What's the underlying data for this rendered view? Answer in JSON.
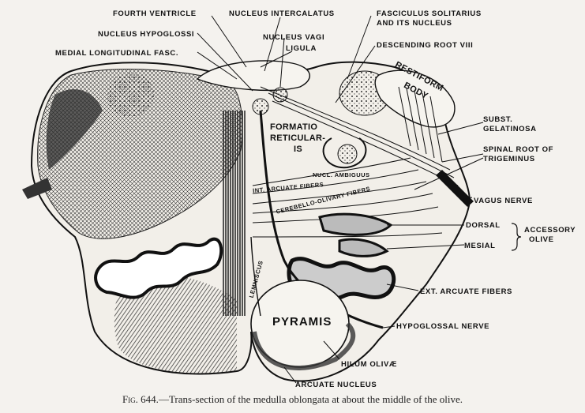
{
  "labels": {
    "fourth_ventricle": "FOURTH VENTRICLE",
    "nucleus_intercalatus": "NUCLEUS INTERCALATUS",
    "fasciculus_solitarius_1": "FASCICULUS SOLITARIUS",
    "fasciculus_solitarius_2": "AND ITS NUCLEUS",
    "nucleus_hypoglossi": "NUCLEUS HYPOGLOSSI",
    "nucleus_vagi": "NUCLEUS VAGI",
    "ligula": "LIGULA",
    "descending_root": "DESCENDING ROOT VIII",
    "medial_longitudinal": "MEDIAL LONGITUDINAL FASC.",
    "restiform_1": "RESTIFORM",
    "restiform_2": "BODY",
    "subst_1": "SUBST.",
    "subst_2": "GELATINOSA",
    "formatio_1": "FORMATIO",
    "formatio_2": "RETICULAR-",
    "formatio_3": "IS",
    "spinal_root_1": "SPINAL ROOT OF",
    "spinal_root_2": "TRIGEMINUS",
    "nucl_ambiguus": "NUCL. AMBIGUUS",
    "int_arcuate": "INT. ARCUATE FIBERS",
    "vagus_nerve": "VAGUS NERVE",
    "cerebello_olivary": "CEREBELLO-OLIVARY FIBERS",
    "dorsal": "DORSAL",
    "accessory_1": "ACCESSORY",
    "accessory_2": "OLIVE",
    "mesial": "MESIAL",
    "lemniscus": "LEMNISCUS",
    "ext_arcuate": "EXT. ARCUATE FIBERS",
    "pyramis": "PYRAMIS",
    "hypoglossal_nerve": "HYPOGLOSSAL NERVE",
    "hilum_olivae": "HILUM OLIVÆ",
    "arcuate_nucleus": "ARCUATE NUCLEUS"
  },
  "caption": {
    "fig": "Fig. 644.",
    "text": "—Trans-section of the medulla oblongata at about the middle of the olive."
  },
  "colors": {
    "ink": "#1a1a1a",
    "paper": "#f4f2ee"
  }
}
